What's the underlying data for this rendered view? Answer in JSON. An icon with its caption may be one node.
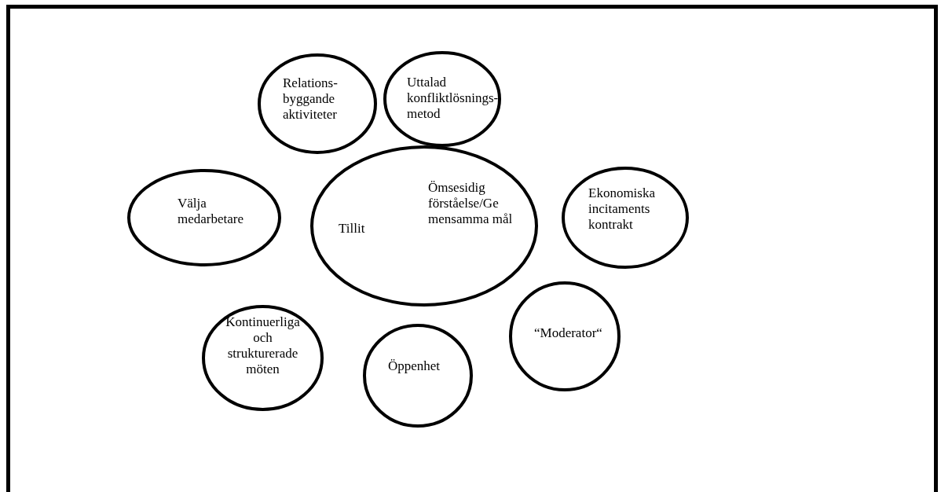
{
  "diagram": {
    "nodes": [
      {
        "text": [
          "Relations- byggande aktiviteter"
        ]
      },
      {
        "text": [
          "Uttalad konfliktlösnings- metod"
        ]
      },
      {
        "text": [
          "Välja medarbetare"
        ]
      },
      {
        "text": [
          "Tillit",
          "Ömsesidig förståelse/Ge mensamma mål"
        ]
      },
      {
        "text": [
          "Ekonomiska incitaments kontrakt"
        ]
      },
      {
        "text": [
          "Kontinuerliga och strukturerade möten"
        ]
      },
      {
        "text": [
          "Öppenhet"
        ]
      },
      {
        "text": [
          "“Moderator“"
        ]
      }
    ],
    "edges": []
  }
}
